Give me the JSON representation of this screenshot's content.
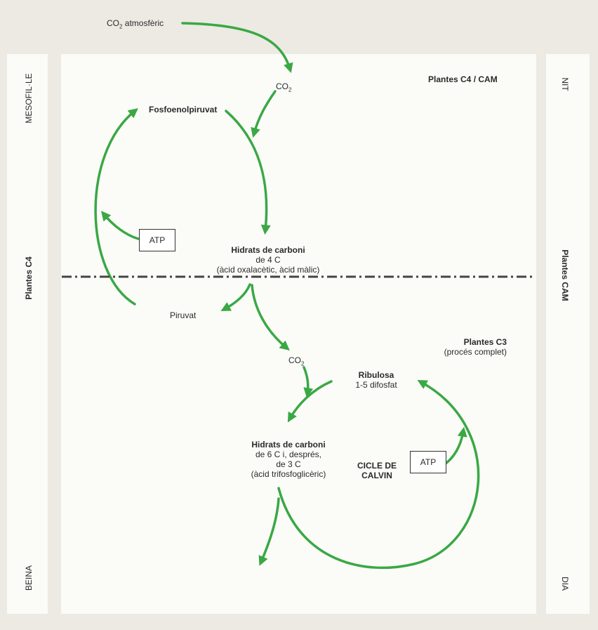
{
  "labels": {
    "co2_atmosferic": "CO",
    "co2_atmosferic_sub": "2",
    "co2_atmosferic_rest": " atmosfèric",
    "co2_top": "CO",
    "co2_top_sub": "2",
    "plantes_c4_cam": "Plantes C4 / CAM",
    "fosfoenolpiruvat": "Fosfoenolpiruvat",
    "atp_top": "ATP",
    "hidrats_4c_line1": "Hidrats de carboni",
    "hidrats_4c_line2": "de 4 C",
    "hidrats_4c_line3": "(àcid oxalacètic, àcid màlic)",
    "piruvat": "Piruvat",
    "plantes_c3": "Plantes C3",
    "proces_complet": "(procés complet)",
    "co2_bottom": "CO",
    "co2_bottom_sub": "2",
    "ribulosa_line1": "Ribulosa",
    "ribulosa_line2": "1-5 difosfat",
    "hidrats_6c_line1": "Hidrats de carboni",
    "hidrats_6c_line2": "de 6 C i, després,",
    "hidrats_6c_line3": "de 3 C",
    "hidrats_6c_line4": "(àcid trifosfoglicèric)",
    "cicle_line1": "CICLE DE",
    "cicle_line2": "CALVIN",
    "atp_bottom": "ATP"
  },
  "side_labels": {
    "mesofil_le": "MESOFIL·LE",
    "plantes_c4": "Plantes C4",
    "beina": "BEINA",
    "nit": "NIT",
    "plantes_cam": "Plantes CAM",
    "dia": "DIA"
  },
  "colors": {
    "arrow": "#3aa844",
    "background": "#eceae3",
    "panel": "#fbfbf8",
    "dashed_line": "#444444"
  }
}
